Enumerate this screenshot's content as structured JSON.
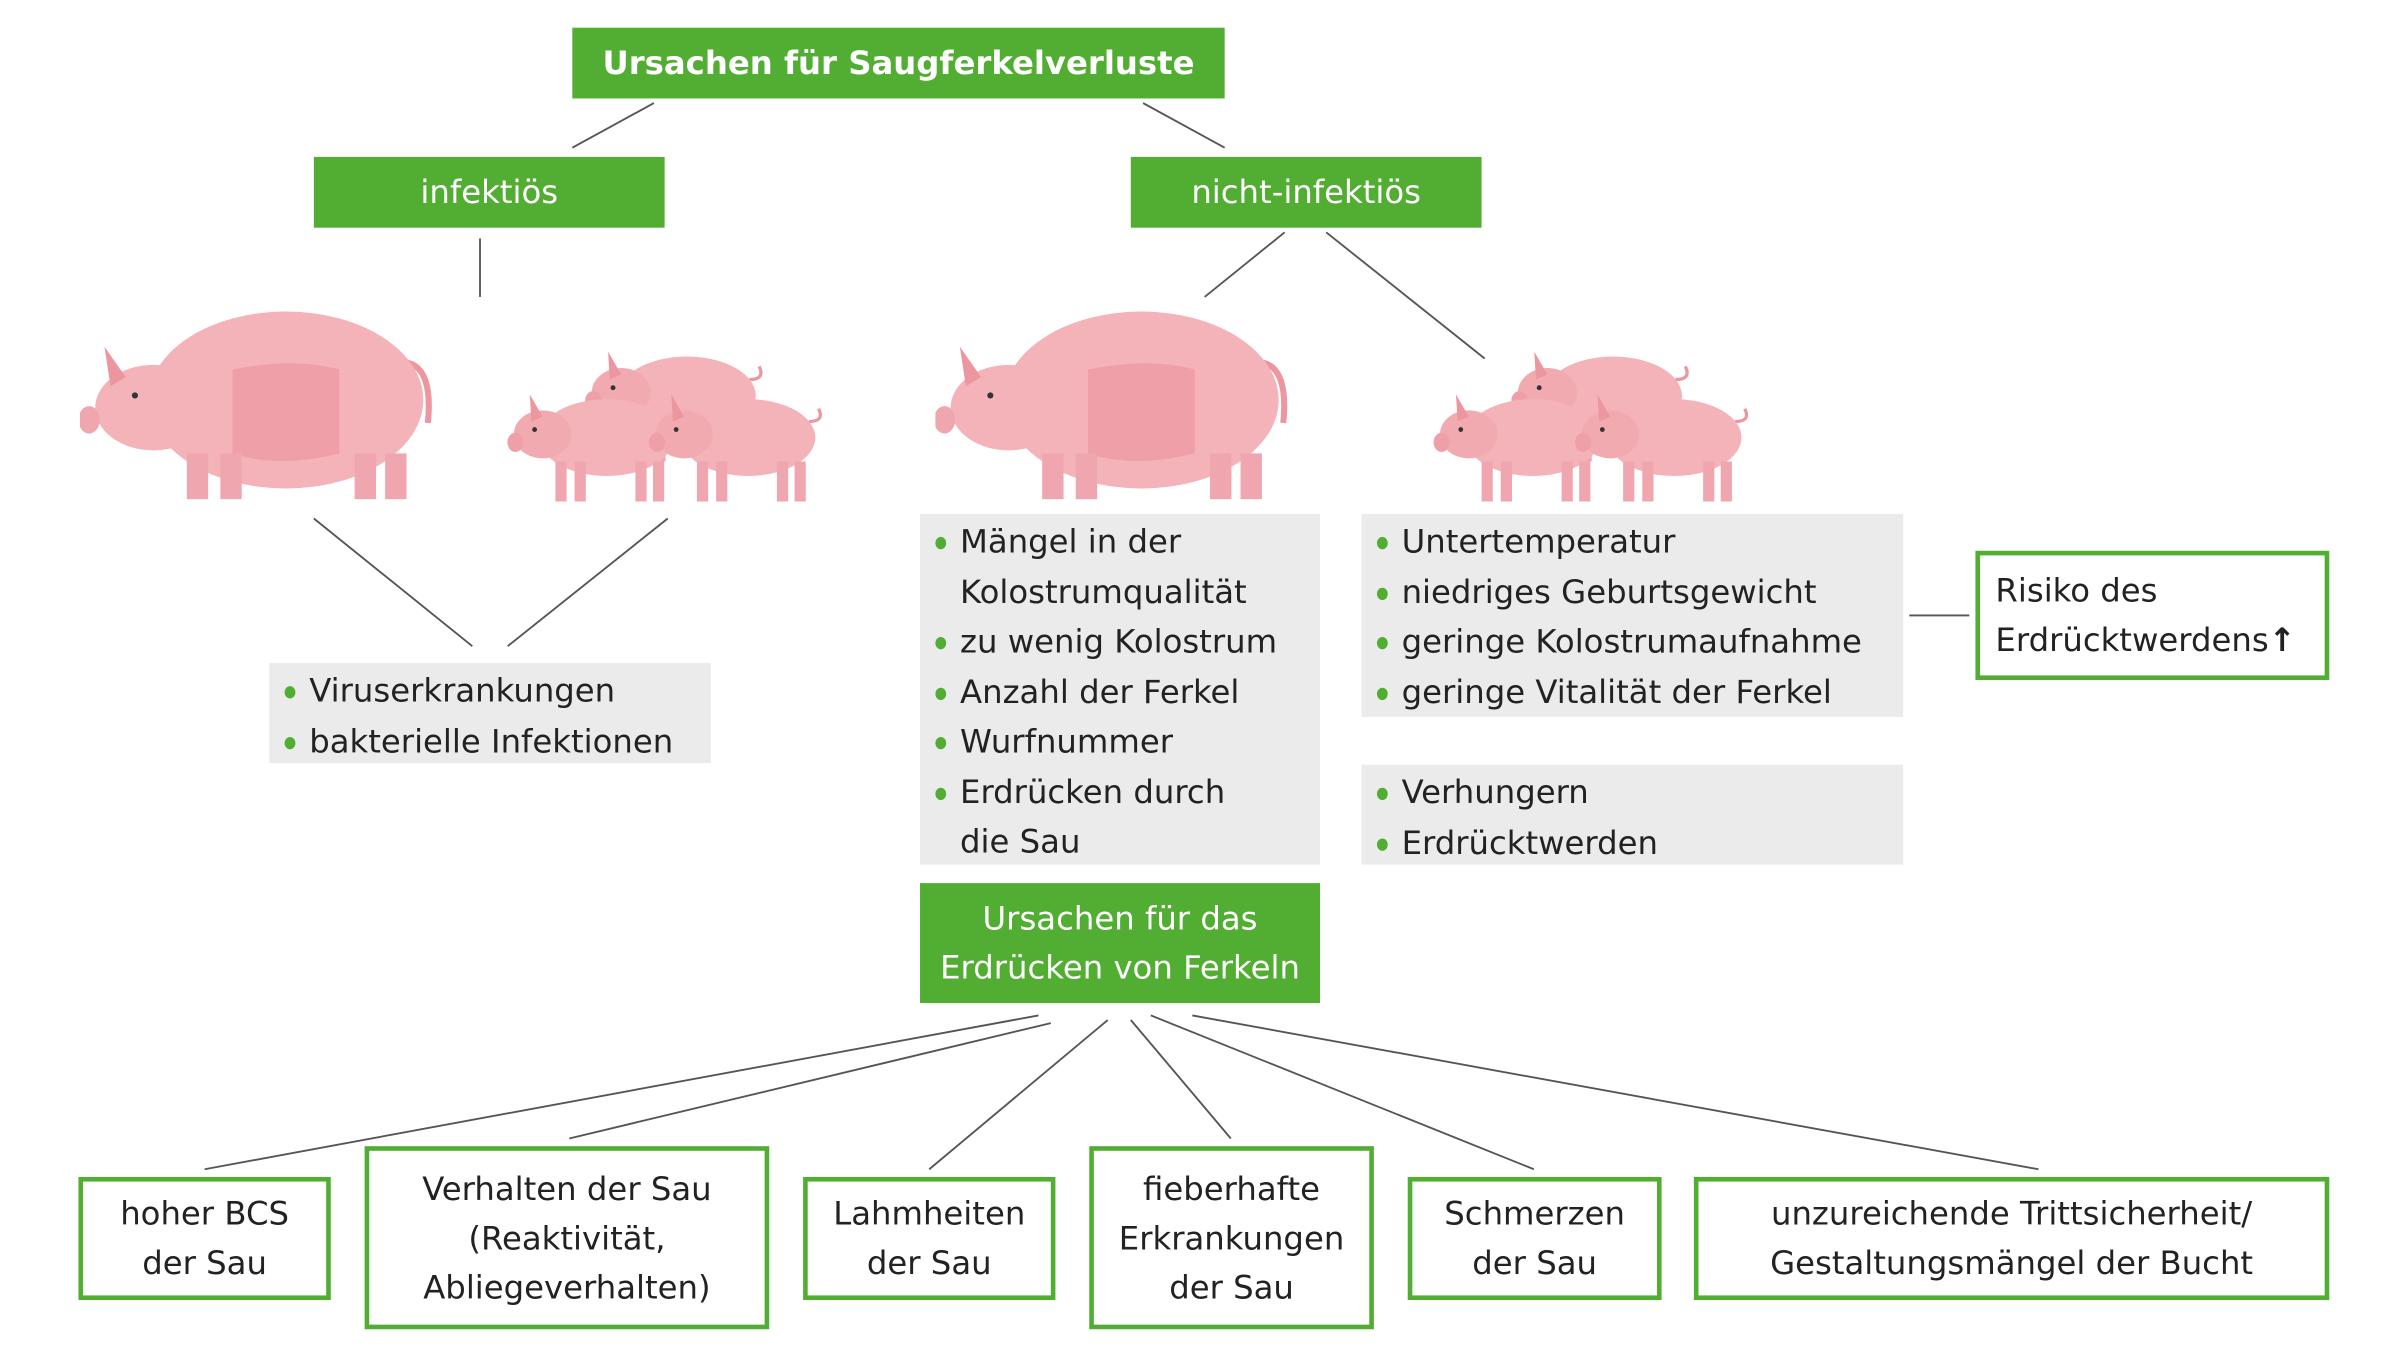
{
  "title": "Ursachen für Saugferkelverluste",
  "branches": {
    "infectious": "infektiös",
    "non_infectious": "nicht-infektiös"
  },
  "infectious_causes": [
    "Viruserkrankungen",
    "bakterielle Infektionen"
  ],
  "sow_causes": [
    "Mängel in der",
    "Kolostrumqualität",
    "zu wenig Kolostrum",
    "Anzahl der Ferkel",
    "Wurfnummer",
    "Erdrücken durch",
    "die Sau"
  ],
  "piglet_causes": [
    "Untertemperatur",
    "niedriges Geburtsgewicht",
    "geringe Kolostrumaufnahme",
    "geringe Vitalität der Ferkel"
  ],
  "outcomes": [
    "Verhungern",
    "Erdrücktwerden"
  ],
  "risk": {
    "line1": "Risiko des",
    "line2": "Erdrücktwerdens",
    "arrow": "↑"
  },
  "crushing_title": {
    "line1": "Ursachen für das",
    "line2": "Erdrücken von Ferkeln"
  },
  "crushing_causes": [
    {
      "l1": "hoher BCS",
      "l2": "der Sau"
    },
    {
      "l1": "Verhalten der Sau",
      "l2": "(Reaktivität,",
      "l3": "Abliegeverhalten)"
    },
    {
      "l1": "Lahmheiten",
      "l2": "der Sau"
    },
    {
      "l1": "fieberhafte",
      "l2": "Erkrankungen",
      "l3": "der Sau"
    },
    {
      "l1": "Schmerzen",
      "l2": "der Sau"
    },
    {
      "l1": "unzureichende Trittsicherheit/",
      "l2": "Gestaltungsmängel der Bucht"
    }
  ],
  "colors": {
    "green": "#52ae32",
    "gray": "#ebebeb",
    "pig": "#f4b3b8"
  }
}
